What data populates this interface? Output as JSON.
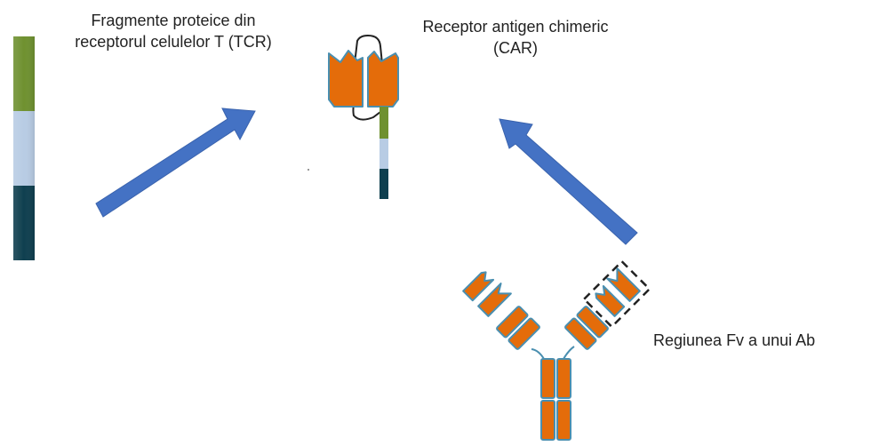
{
  "labels": {
    "tcr_fragments": [
      "Fragmente proteice din",
      "receptorul celulelor T (TCR)"
    ],
    "car": [
      "Receptor antigen chimeric",
      "(CAR)"
    ],
    "fv_region": "Regiunea Fv a unui Ab"
  },
  "colors": {
    "fragment_green": "#6f9130",
    "fragment_lightblue": "#b8cce4",
    "fragment_darkteal": "#0f3f4f",
    "domain_orange": "#e46c0a",
    "domain_outline": "#4a8fb0",
    "arrow_blue": "#4472c4",
    "dashed_box": "#222222"
  }
}
